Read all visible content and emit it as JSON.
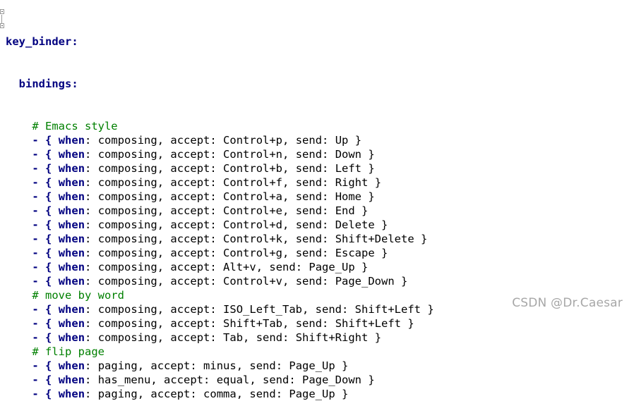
{
  "root_key": "key_binder",
  "bindings_key": "bindings",
  "lines": [
    {
      "type": "comment",
      "text": "# Emacs style"
    },
    {
      "type": "binding",
      "when": "composing",
      "accept": "Control+p",
      "send": "Up"
    },
    {
      "type": "binding",
      "when": "composing",
      "accept": "Control+n",
      "send": "Down"
    },
    {
      "type": "binding",
      "when": "composing",
      "accept": "Control+b",
      "send": "Left"
    },
    {
      "type": "binding",
      "when": "composing",
      "accept": "Control+f",
      "send": "Right"
    },
    {
      "type": "binding",
      "when": "composing",
      "accept": "Control+a",
      "send": "Home"
    },
    {
      "type": "binding",
      "when": "composing",
      "accept": "Control+e",
      "send": "End"
    },
    {
      "type": "binding",
      "when": "composing",
      "accept": "Control+d",
      "send": "Delete"
    },
    {
      "type": "binding",
      "when": "composing",
      "accept": "Control+k",
      "send": "Shift+Delete"
    },
    {
      "type": "binding",
      "when": "composing",
      "accept": "Control+g",
      "send": "Escape"
    },
    {
      "type": "binding",
      "when": "composing",
      "accept": "Alt+v",
      "send": "Page_Up"
    },
    {
      "type": "binding",
      "when": "composing",
      "accept": "Control+v",
      "send": "Page_Down"
    },
    {
      "type": "comment",
      "text": "# move by word"
    },
    {
      "type": "binding",
      "when": "composing",
      "accept": "ISO_Left_Tab",
      "send": "Shift+Left"
    },
    {
      "type": "binding",
      "when": "composing",
      "accept": "Shift+Tab",
      "send": "Shift+Left"
    },
    {
      "type": "binding",
      "when": "composing",
      "accept": "Tab",
      "send": "Shift+Right"
    },
    {
      "type": "comment",
      "text": "# flip page"
    },
    {
      "type": "binding",
      "when": "paging",
      "accept": "minus",
      "send": "Page_Up"
    },
    {
      "type": "binding",
      "when": "has_menu",
      "accept": "equal",
      "send": "Page_Down"
    },
    {
      "type": "binding",
      "when": "paging",
      "accept": "comma",
      "send": "Page_Up"
    }
  ],
  "watermark": "CSDN @Dr.Caesar",
  "colors": {
    "keyword": "#000080",
    "comment": "#008000",
    "text": "#000000",
    "watermark": "#a7a7a7"
  }
}
